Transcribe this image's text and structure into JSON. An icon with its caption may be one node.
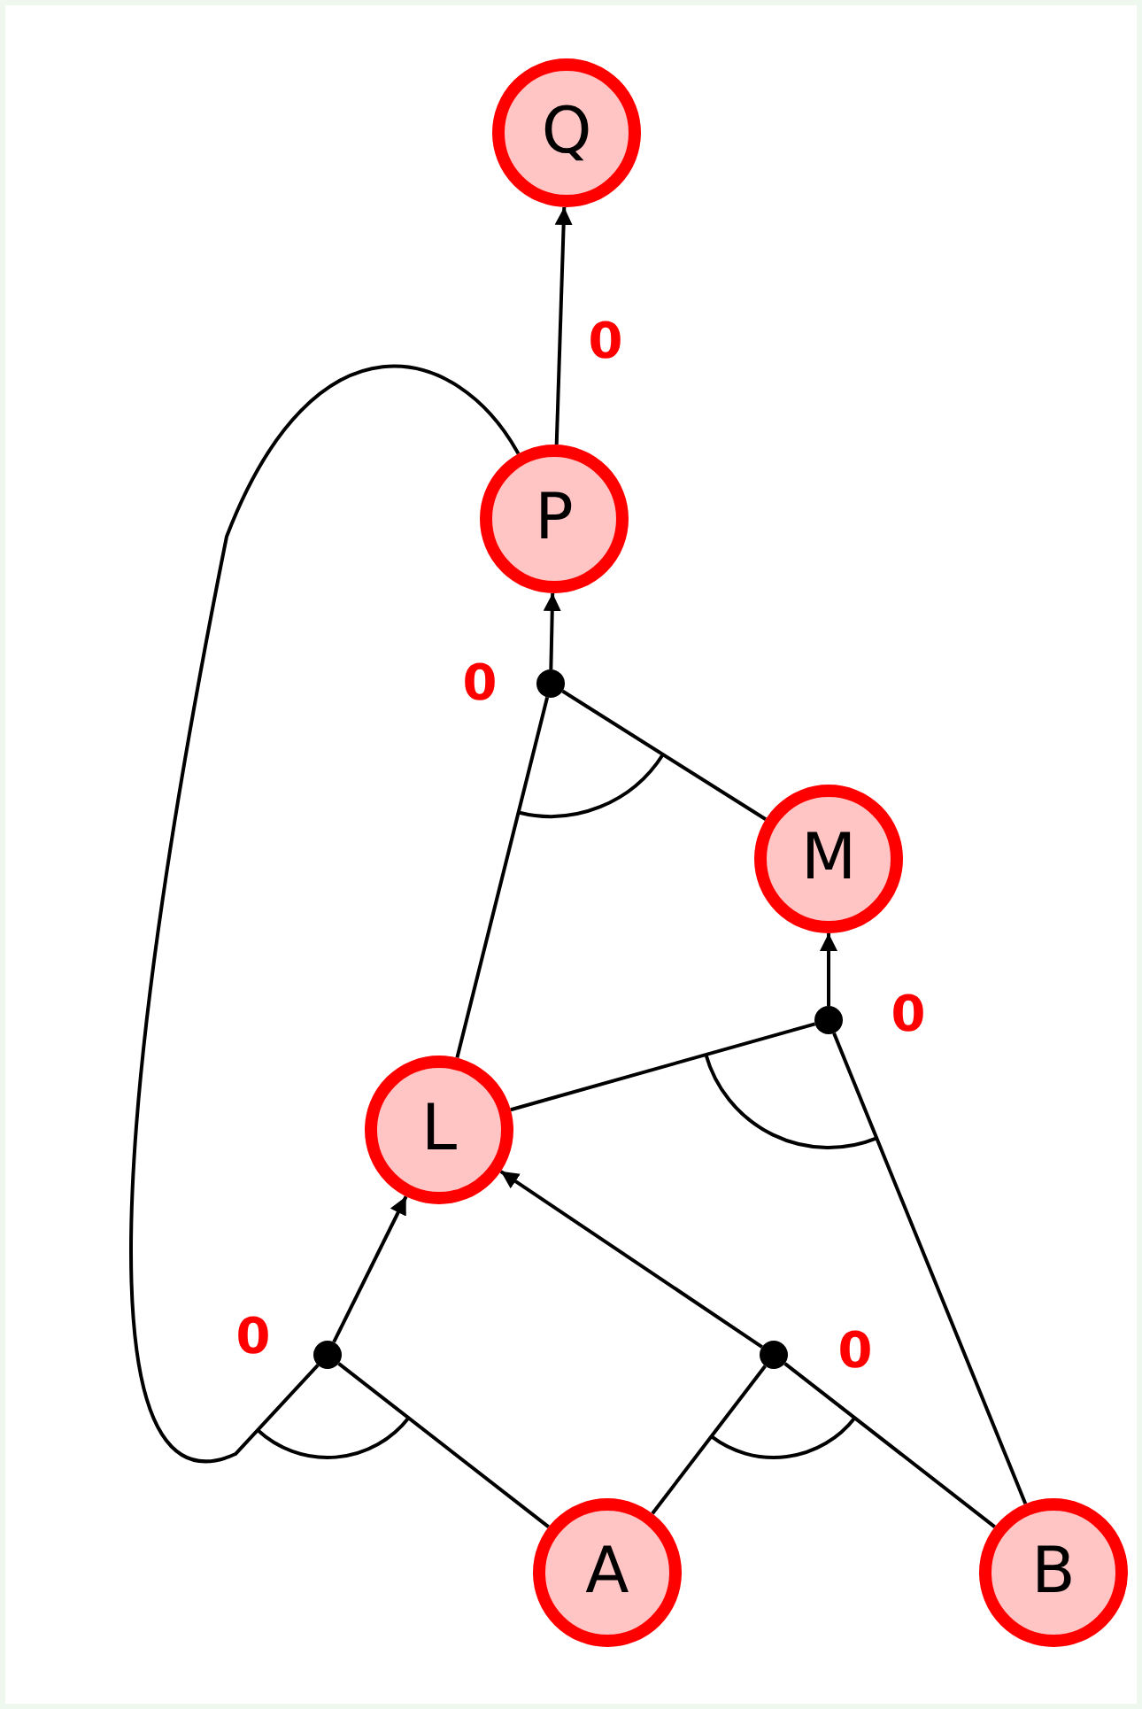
{
  "diagram": {
    "nodes": [
      {
        "text": [
          "Q"
        ]
      },
      {
        "text": [
          "P"
        ]
      },
      {
        "text": [],
        "shape": "circle",
        "beside": [
          "0"
        ]
      },
      {
        "text": [
          "M"
        ]
      },
      {
        "text": [],
        "shape": "circle",
        "beside": [
          "0"
        ]
      },
      {
        "text": [
          "L"
        ]
      },
      {
        "text": [],
        "shape": "circle",
        "beside": [
          "0"
        ]
      },
      {
        "text": [],
        "shape": "circle",
        "beside": [
          "0"
        ]
      },
      {
        "text": [
          "A"
        ]
      },
      {
        "text": [
          "B"
        ]
      }
    ],
    "edges": [
      {
        "from": 1,
        "to": 0,
        "arrow": "to",
        "label": "0"
      },
      {
        "from": 2,
        "to": 1,
        "arrow": "to"
      },
      {
        "from": 5,
        "to": 2,
        "arrow": "none"
      },
      {
        "from": 3,
        "to": 2,
        "arrow": "none"
      },
      {
        "from": 4,
        "to": 3,
        "arrow": "to"
      },
      {
        "from": 5,
        "to": 4,
        "arrow": "none"
      },
      {
        "from": 9,
        "to": 4,
        "arrow": "none"
      },
      {
        "from": 6,
        "to": 5,
        "arrow": "to"
      },
      {
        "from": 7,
        "to": 5,
        "arrow": "to"
      },
      {
        "from": 1,
        "to": 6,
        "arrow": "none"
      },
      {
        "from": 8,
        "to": 6,
        "arrow": "none"
      },
      {
        "from": 8,
        "to": 7,
        "arrow": "none"
      },
      {
        "from": 9,
        "to": 7,
        "arrow": "none"
      }
    ]
  }
}
